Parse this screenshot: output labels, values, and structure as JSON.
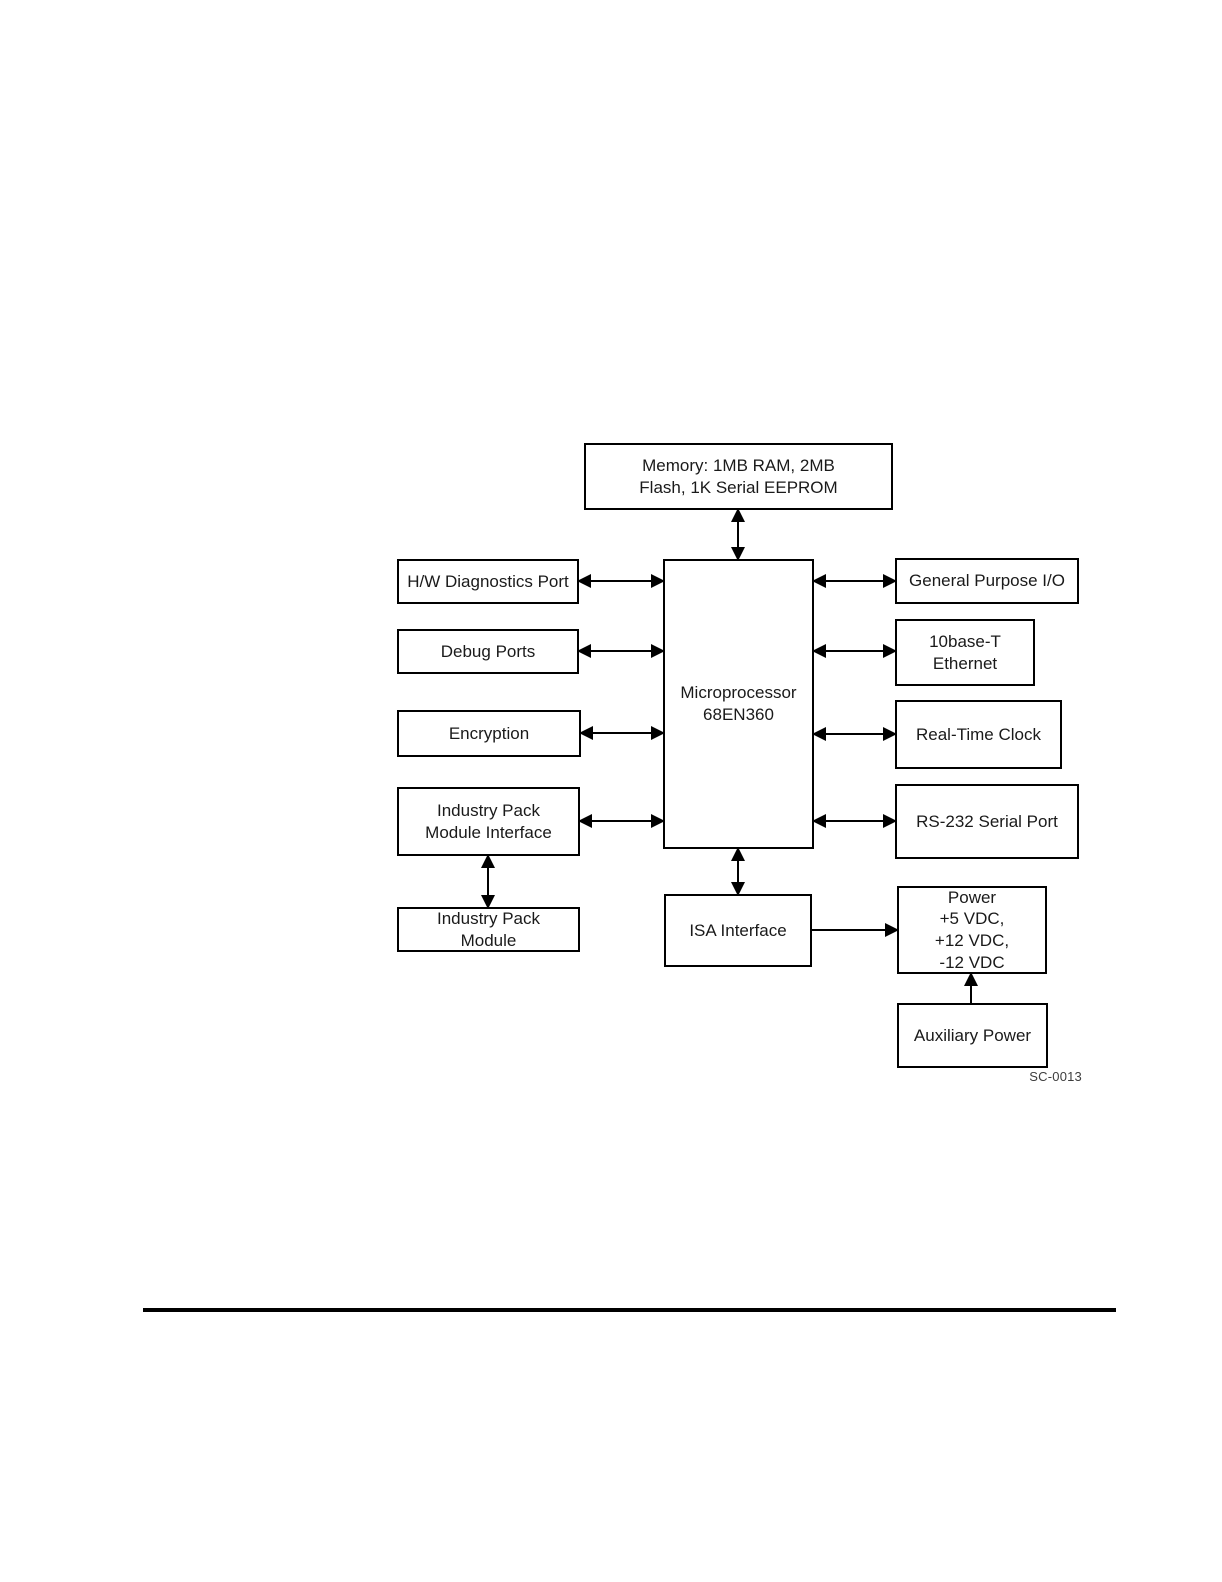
{
  "diagram": {
    "boxes": {
      "memory": {
        "label": "Memory: 1MB RAM, 2MB\nFlash, 1K Serial EEPROM"
      },
      "hw_diagnostics": {
        "label": "H/W Diagnostics Port"
      },
      "debug_ports": {
        "label": "Debug Ports"
      },
      "encryption": {
        "label": "Encryption"
      },
      "industry_pack_module_interface": {
        "label": "Industry Pack\nModule Interface"
      },
      "industry_pack_module": {
        "label": "Industry Pack\nModule"
      },
      "microprocessor": {
        "label": "Microprocessor\n68EN360"
      },
      "general_purpose_io": {
        "label": "General Purpose I/O"
      },
      "ethernet": {
        "label": "10base-T\nEthernet"
      },
      "real_time_clock": {
        "label": "Real-Time Clock"
      },
      "rs232_serial_port": {
        "label": "RS-232 Serial Port"
      },
      "isa_interface": {
        "label": "ISA Interface"
      },
      "power": {
        "label": "Power\n+5 VDC,\n+12 VDC,\n-12 VDC"
      },
      "auxiliary_power": {
        "label": "Auxiliary Power"
      }
    },
    "connections": [
      {
        "from": "memory",
        "to": "microprocessor",
        "type": "bidirectional"
      },
      {
        "from": "hw_diagnostics",
        "to": "microprocessor",
        "type": "bidirectional"
      },
      {
        "from": "debug_ports",
        "to": "microprocessor",
        "type": "bidirectional"
      },
      {
        "from": "encryption",
        "to": "microprocessor",
        "type": "bidirectional"
      },
      {
        "from": "industry_pack_module_interface",
        "to": "microprocessor",
        "type": "bidirectional"
      },
      {
        "from": "industry_pack_module_interface",
        "to": "industry_pack_module",
        "type": "bidirectional"
      },
      {
        "from": "microprocessor",
        "to": "general_purpose_io",
        "type": "bidirectional"
      },
      {
        "from": "microprocessor",
        "to": "ethernet",
        "type": "bidirectional"
      },
      {
        "from": "microprocessor",
        "to": "real_time_clock",
        "type": "bidirectional"
      },
      {
        "from": "microprocessor",
        "to": "rs232_serial_port",
        "type": "bidirectional"
      },
      {
        "from": "microprocessor",
        "to": "isa_interface",
        "type": "bidirectional"
      },
      {
        "from": "isa_interface",
        "to": "power",
        "type": "unidirectional"
      },
      {
        "from": "auxiliary_power",
        "to": "power",
        "type": "unidirectional"
      }
    ],
    "figure_code": "SC-0013",
    "colors": {
      "line": "#000000",
      "text": "#1a1a1a",
      "background": "#ffffff"
    }
  }
}
